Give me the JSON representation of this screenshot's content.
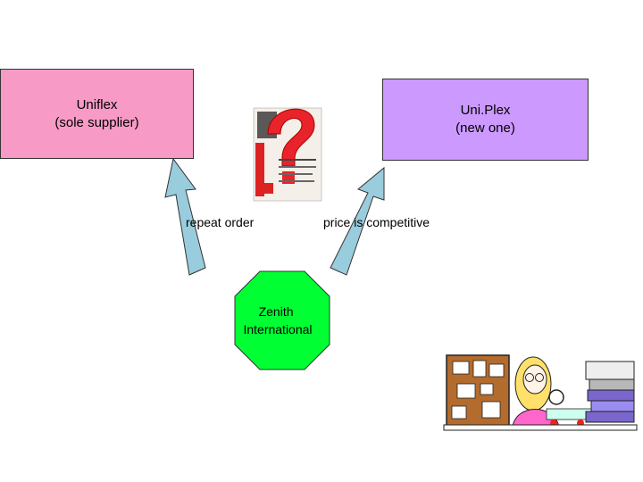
{
  "boxes": {
    "left": {
      "text": "Uniflex\n(sole supplier)",
      "color": "#f79ac6"
    },
    "right": {
      "text": "Uni.Plex\n(new one)",
      "color": "#cc99ff"
    }
  },
  "labels": {
    "repeat_order": "repeat order",
    "price_competitive": "price is competitive"
  },
  "center_node": {
    "line1": "Zenith",
    "line2": "International",
    "color": "#00ff33"
  },
  "arrow_color": "#99ccdd",
  "icons": [
    "question-mark-book-icon",
    "office-worker-clipart-icon"
  ]
}
